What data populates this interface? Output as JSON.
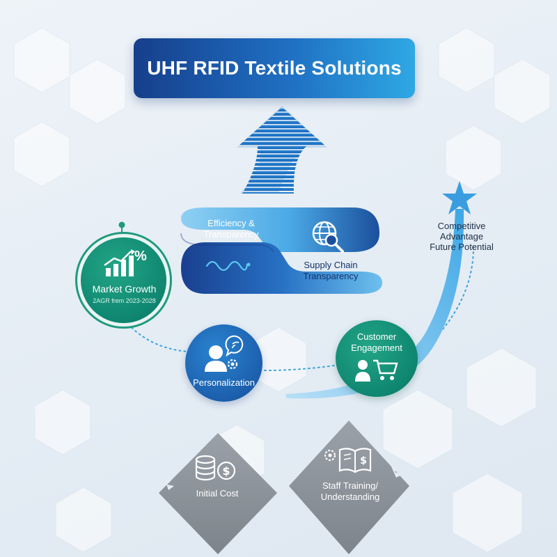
{
  "title": "UHF RFID Textile Solutions",
  "benefits": {
    "efficiency": "Efficiency & Transparency",
    "supply_chain": "Supply Chain Transparency",
    "market_growth": {
      "label": "Market Growth",
      "sub": "2AGR frem 2023-2028",
      "icon_text": "%"
    },
    "personalization": "Personalization",
    "customer_engagement": "Customer Engagement",
    "competitive": [
      "Competitive",
      "Advantage",
      "Future Potential"
    ]
  },
  "challenges": {
    "initial_cost": "Initial Cost",
    "staff_training": "Staff Training/ Understanding"
  },
  "icons": {
    "chart": "growth-chart-icon",
    "globe": "globe-search-icon",
    "wave": "wave-icon",
    "person": "person-chat-icon",
    "cart": "shopping-cart-icon",
    "coins": "coins-icon",
    "book": "book-gear-icon",
    "star": "star-icon"
  },
  "colors": {
    "navy": "#163f8c",
    "blue": "#1f6fc2",
    "light_blue": "#5cb8ea",
    "teal": "#0f8f79",
    "gray": "#8e959c"
  }
}
